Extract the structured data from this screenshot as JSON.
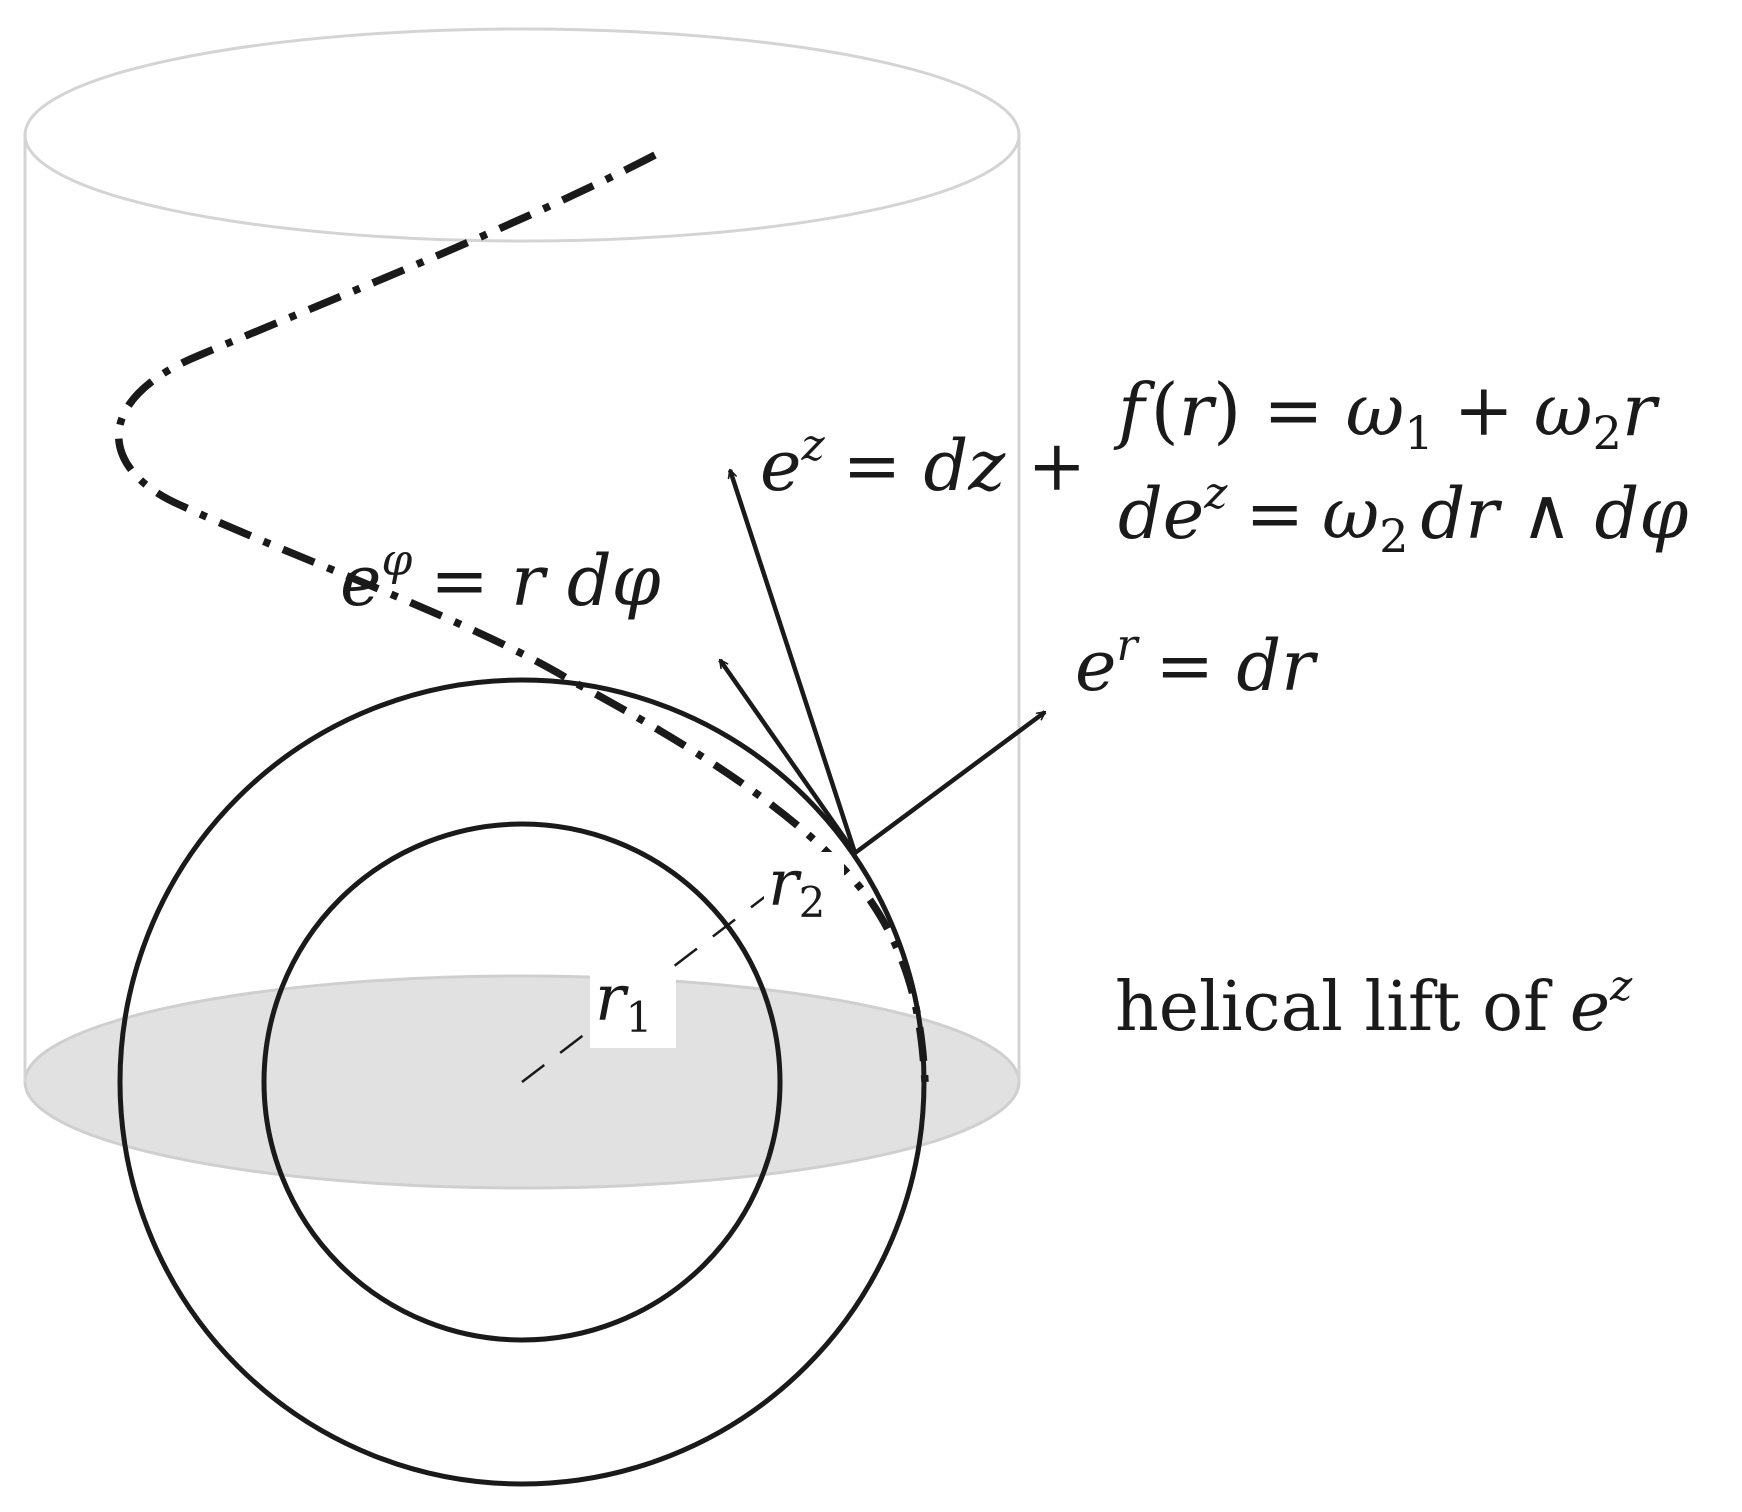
{
  "labels": {
    "f_lhs": "f",
    "f_paren_open": "(",
    "f_arg": "r",
    "f_paren_close": ")",
    "f_eq": "=",
    "f_omega1": "ω",
    "f_omega1_sub": "1",
    "f_plus": "+",
    "f_omega2": "ω",
    "f_omega2_sub": "2",
    "f_r": "r",
    "ez_e": "e",
    "ez_sup": "z",
    "ez_rhs": "= dz +",
    "dez_d": "de",
    "dez_sup": "z",
    "dez_eq": "=",
    "dez_omega": "ω",
    "dez_sub": "2",
    "dez_rest": "dr ∧ dφ",
    "ephi_e": "e",
    "ephi_sup": "φ",
    "ephi_rhs": "= r dφ",
    "er_e": "e",
    "er_sup": "r",
    "er_rhs": "= dr",
    "r1": "r",
    "r1_sub": "1",
    "r2": "r",
    "r2_sub": "2",
    "helical_text": "helical lift of ",
    "helical_e": "e",
    "helical_sup": "z"
  },
  "colors": {
    "ink": "#1a1a1a",
    "cylinder_outline": "#cccccc",
    "base_disk": "#e1e1e1",
    "label_bg": "#ffffff"
  }
}
